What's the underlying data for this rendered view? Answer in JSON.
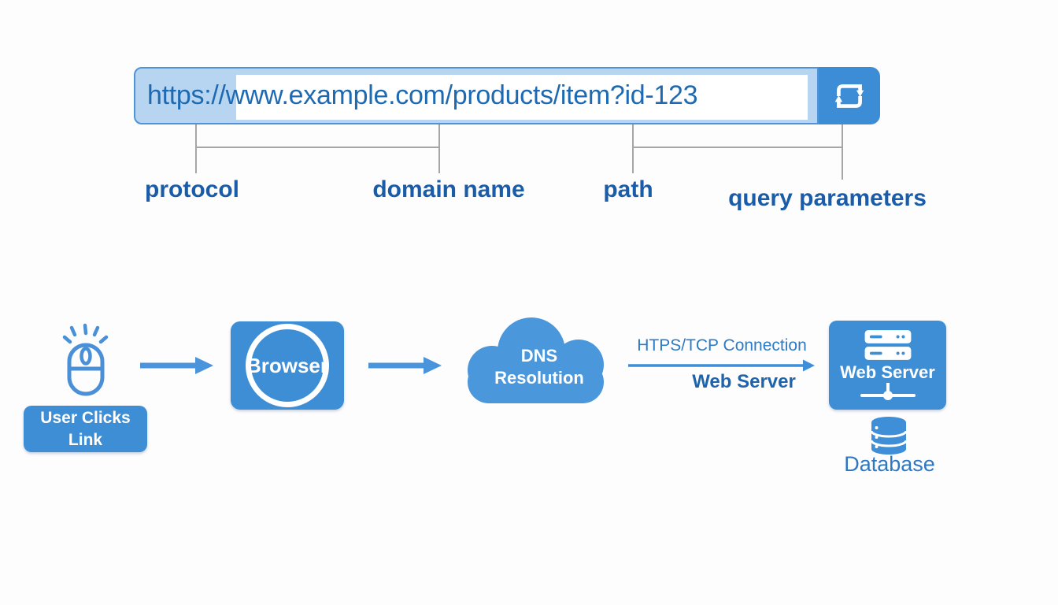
{
  "colors": {
    "box_blue": "#3e8ed6",
    "cloud_blue": "#4a97dc",
    "arrow_blue": "#4a94dc",
    "urlbar_fill": "#b7d5f1",
    "urlbar_border": "#4f94d7",
    "url_text_blue": "#1e6ab2",
    "part_label_blue": "#1b5ca8",
    "connection_text_blue": "#2d7bc5",
    "database_label_blue": "#2e77c3",
    "bracket_line_gray": "#a6a6a6"
  },
  "url_bar": {
    "url": "https://www.example.com/products/item?id-123",
    "reload_icon": "repeat-icon"
  },
  "url_parts": {
    "labels": [
      "protocol",
      "domain name",
      "path",
      "query parameters"
    ]
  },
  "flow": {
    "user_clicks_label": "User Clicks Link",
    "mouse_icon": "mouse-click-icon",
    "browser_label": "Browser",
    "dns_line1": "DNS",
    "dns_line2": "Resolution",
    "cloud_icon": "cloud-icon",
    "connection_label": "HTPS/TCP Connection",
    "connection_target_label": "Web Server",
    "web_server_label": "Web Server",
    "server_icon": "server-rack-icon",
    "network_icon": "network-node-icon",
    "database_icon": "database-icon",
    "database_label": "Database",
    "arrow_icon": "right-arrow-icon"
  }
}
